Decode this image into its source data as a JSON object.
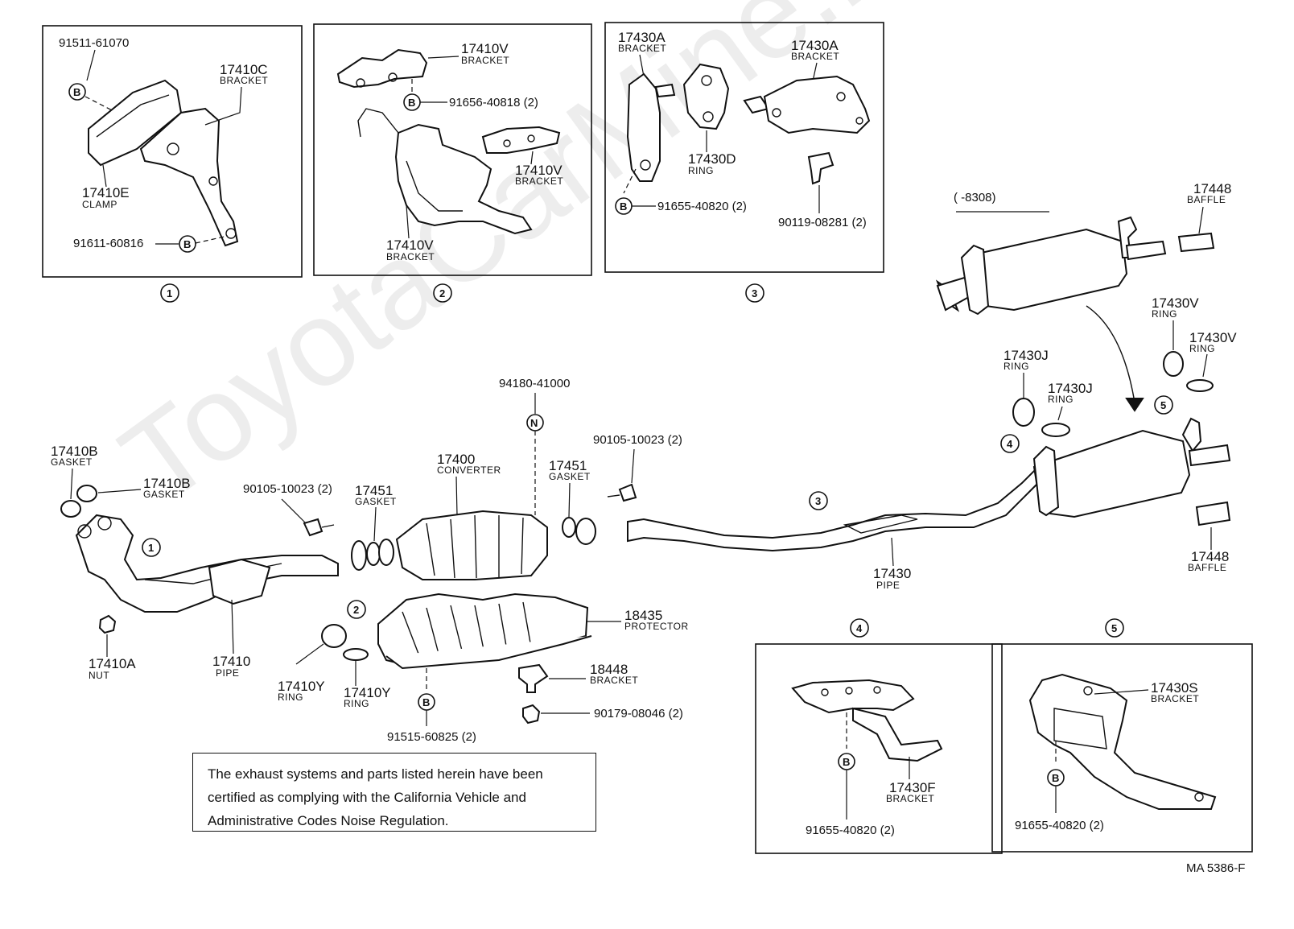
{
  "watermark": "ToyotaCarMine.ru",
  "drawing_code": "MA 5386-F",
  "note": {
    "line1": "The exhaust systems and parts listed herein have been",
    "line2": "certified as complying with the California Vehicle and",
    "line3": "Administrative Codes Noise Regulation."
  },
  "detail_refs": {
    "d1": "1",
    "d2": "2",
    "d3": "3",
    "d4": "4",
    "d5": "5"
  },
  "callout_letters": {
    "b": "B",
    "n": "N"
  },
  "box1": {
    "bolt_top": "91511-61070",
    "bracket_no": "17410C",
    "bracket_name": "BRACKET",
    "clamp_no": "17410E",
    "clamp_name": "CLAMP",
    "bolt_bottom": "91611-60816"
  },
  "box2": {
    "bracket_top_no": "17410V",
    "bracket_top_name": "BRACKET",
    "bolt": "91656-40818 (2)",
    "bracket_right_no": "17410V",
    "bracket_right_name": "BRACKET",
    "bracket_bottom_no": "17410V",
    "bracket_bottom_name": "BRACKET"
  },
  "box3": {
    "bracket_left_no": "17430A",
    "bracket_left_name": "BRACKET",
    "bracket_right_no": "17430A",
    "bracket_right_name": "BRACKET",
    "ring_no": "17430D",
    "ring_name": "RING",
    "bolt_left": "91655-40820 (2)",
    "bolt_right": "90119-08281 (2)"
  },
  "box4": {
    "bracket_no": "17430F",
    "bracket_name": "BRACKET",
    "bolt": "91655-40820 (2)"
  },
  "box5": {
    "bracket_no": "17430S",
    "bracket_name": "BRACKET",
    "bolt": "91655-40820 (2)"
  },
  "main": {
    "gasket_a_no": "17410B",
    "gasket_a_name": "GASKET",
    "gasket_b_no": "17410B",
    "gasket_b_name": "GASKET",
    "nut_no": "17410A",
    "nut_name": "NUT",
    "pipe_front_no": "17410",
    "pipe_front_name": "PIPE",
    "bolt_left": "90105-10023 (2)",
    "gasket_c_no": "17451",
    "gasket_c_name": "GASKET",
    "converter_no": "17400",
    "converter_name": "CONVERTER",
    "plug": "94180-41000",
    "gasket_d_no": "17451",
    "gasket_d_name": "GASKET",
    "bolt_right": "90105-10023 (2)",
    "ring_y1_no": "17410Y",
    "ring_y1_name": "RING",
    "ring_y2_no": "17410Y",
    "ring_y2_name": "RING",
    "protector_no": "18435",
    "protector_name": "PROTECTOR",
    "bracket_p_no": "18448",
    "bracket_p_name": "BRACKET",
    "nut_p": "90179-08046 (2)",
    "bolt_p": "91515-60825 (2)",
    "pipe_rear_no": "17430",
    "pipe_rear_name": "PIPE",
    "ring_j1_no": "17430J",
    "ring_j1_name": "RING",
    "ring_j2_no": "17430J",
    "ring_j2_name": "RING",
    "ring_v1_no": "17430V",
    "ring_v1_name": "RING",
    "ring_v2_no": "17430V",
    "ring_v2_name": "RING",
    "baffle_top_no": "17448",
    "baffle_top_name": "BAFFLE",
    "baffle_bottom_no": "17448",
    "baffle_bottom_name": "BAFFLE",
    "serial_range": "(      -8308)"
  }
}
